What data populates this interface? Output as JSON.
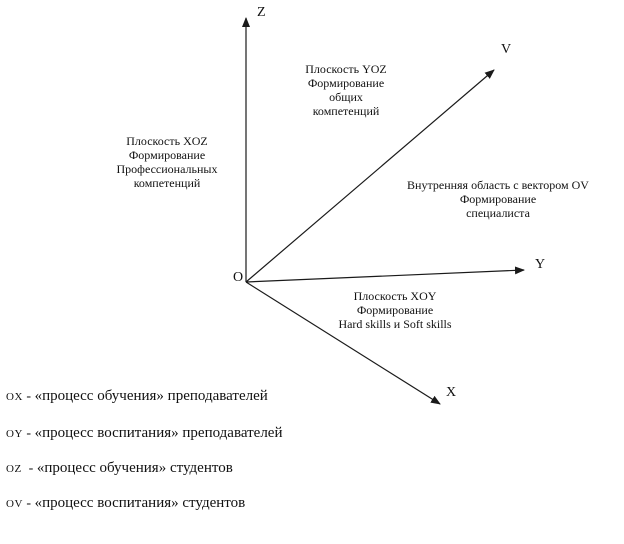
{
  "axes": {
    "z": "Z",
    "v": "V",
    "y": "Y",
    "x": "X",
    "origin": "O"
  },
  "notes": {
    "yoz": [
      "Плоскость YOZ",
      "Формирование",
      "общих",
      "компетенций"
    ],
    "xoz": [
      "Плоскость XOZ",
      "Формирование",
      "Профессиональных",
      "компетенций"
    ],
    "ov": [
      "Внутренняя область с вектором OV",
      "Формирование",
      "специалиста"
    ],
    "xoy": [
      "Плоскость XOY",
      "Формирование",
      "Hard skills и Soft skills"
    ]
  },
  "legend": [
    {
      "code": "OX",
      "sep": " - ",
      "desc": "«процесс обучения» преподавателей"
    },
    {
      "code": "OY",
      "sep": " - ",
      "desc": "«процесс воспитания» преподавателей"
    },
    {
      "code": "OZ",
      "sep": "  - ",
      "desc": "«процесс обучения» студентов"
    },
    {
      "code": "OV",
      "sep": " - ",
      "desc": "«процесс воспитания» студентов"
    }
  ],
  "colors": {
    "line": "#1a1a1a",
    "text": "#111111"
  }
}
